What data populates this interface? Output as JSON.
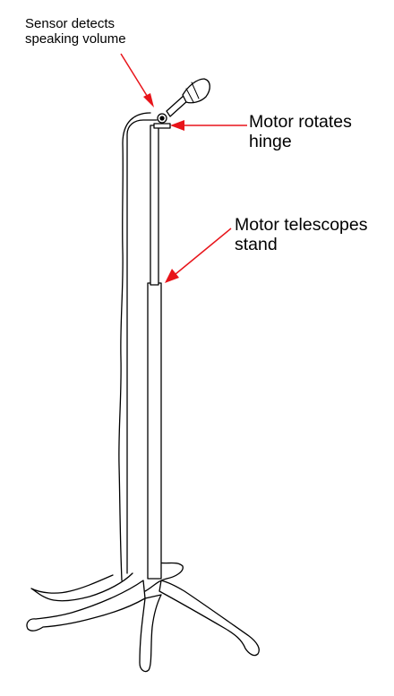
{
  "labels": {
    "sensor": {
      "line1": "Sensor detects",
      "line2": "speaking volume"
    },
    "hinge": {
      "line1": "Motor rotates",
      "line2": "hinge"
    },
    "telescope": {
      "line1": "Motor telescopes",
      "line2": "stand"
    }
  },
  "colors": {
    "arrow": "#e8141a",
    "outline": "#000000",
    "background": "#ffffff"
  }
}
